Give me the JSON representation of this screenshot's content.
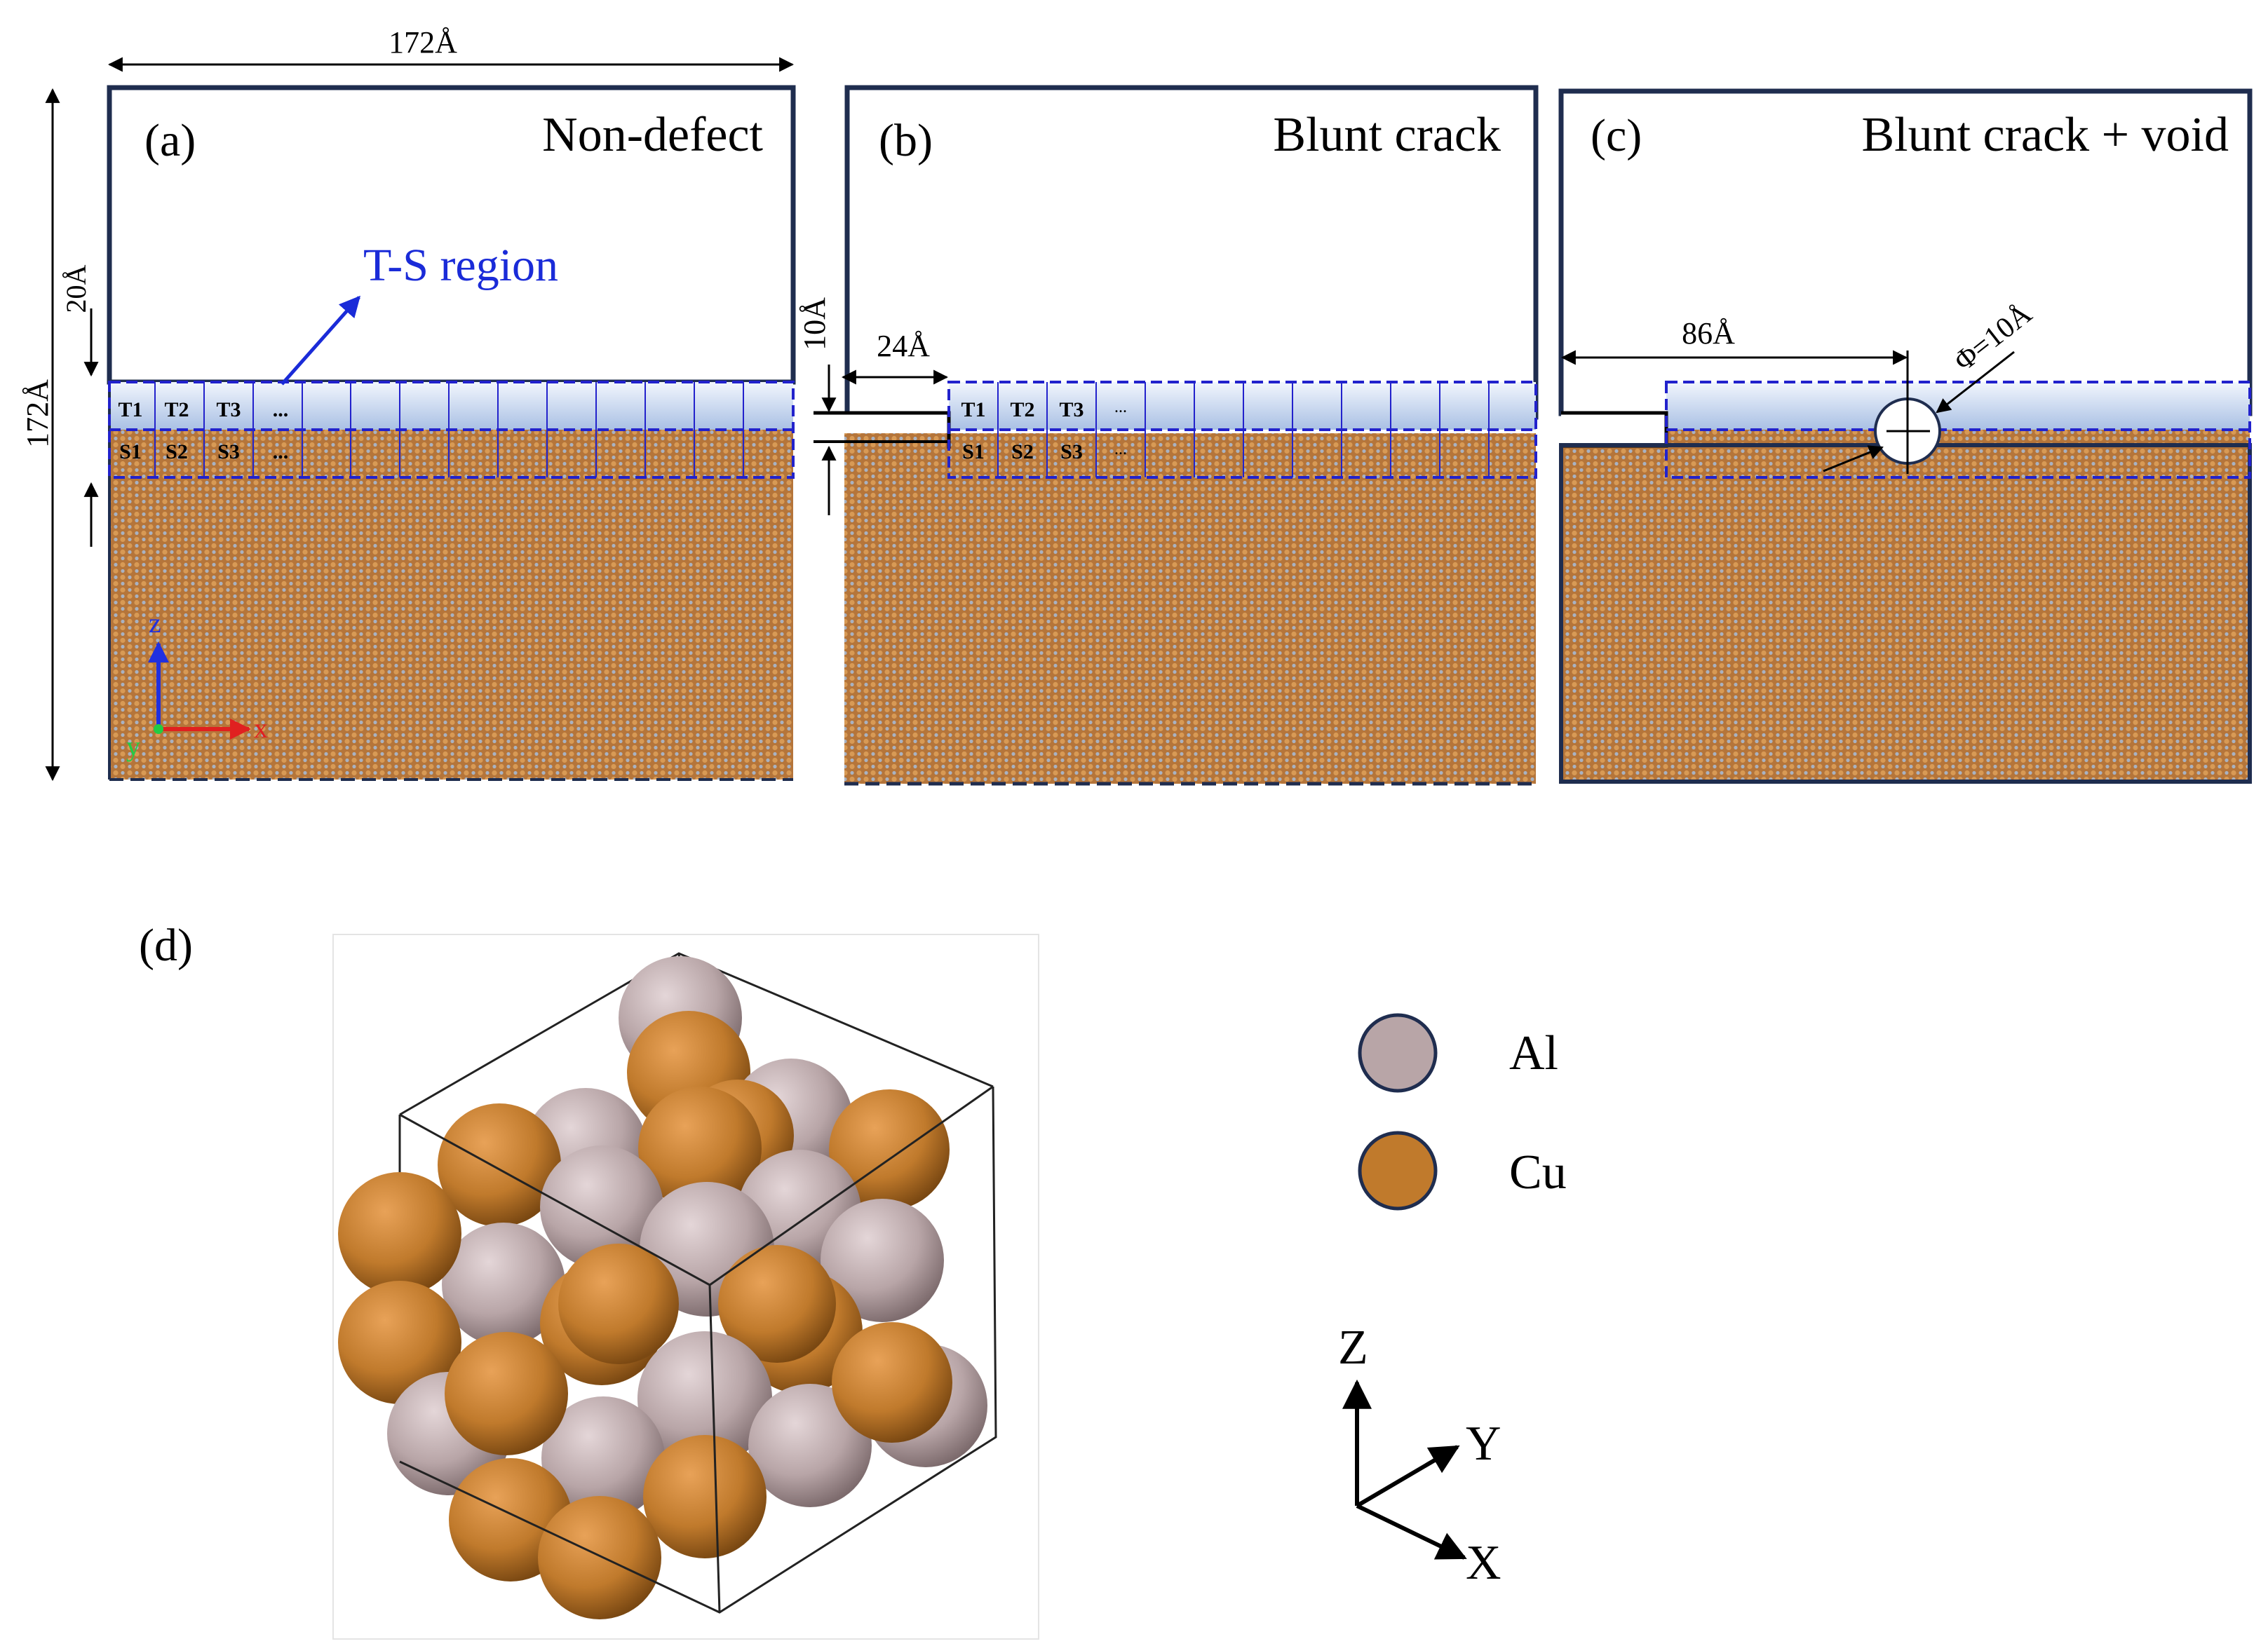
{
  "panels": {
    "a": {
      "label": "(a)",
      "title": "Non-defect",
      "region_label": "T-S region",
      "top_cells": [
        "T1",
        "T2",
        "T3",
        "..."
      ],
      "bottom_cells": [
        "S1",
        "S2",
        "S3",
        "..."
      ],
      "dim_width": "172Å",
      "dim_height": "172Å",
      "dim_ts": "20Å",
      "axes": {
        "z": "z",
        "x": "x",
        "y": "y"
      }
    },
    "b": {
      "label": "(b)",
      "title": "Blunt crack",
      "top_cells": [
        "T1",
        "T2",
        "T3",
        "..."
      ],
      "bottom_cells": [
        "S1",
        "S2",
        "S3",
        "..."
      ],
      "dim_crack_height": "10Å",
      "dim_crack_length": "24Å"
    },
    "c": {
      "label": "(c)",
      "title": "Blunt crack  + void",
      "dim_void_pos": "86Å",
      "dim_void_diameter": "Φ=10Å"
    },
    "d": {
      "label": "(d)"
    }
  },
  "legend": {
    "items": [
      {
        "label": "Al",
        "color": "#b8a5a7"
      },
      {
        "label": "Cu",
        "color": "#c07a2c"
      }
    ]
  },
  "axes3d": {
    "z": "Z",
    "y": "Y",
    "x": "X"
  },
  "colors": {
    "frame": "#1f2d4f",
    "dashed": "#2222cc",
    "region_blue": "#1a2bd8",
    "cu": "#c07a2c",
    "al": "#b8a5a7",
    "ts_band": "#b8cce8"
  }
}
